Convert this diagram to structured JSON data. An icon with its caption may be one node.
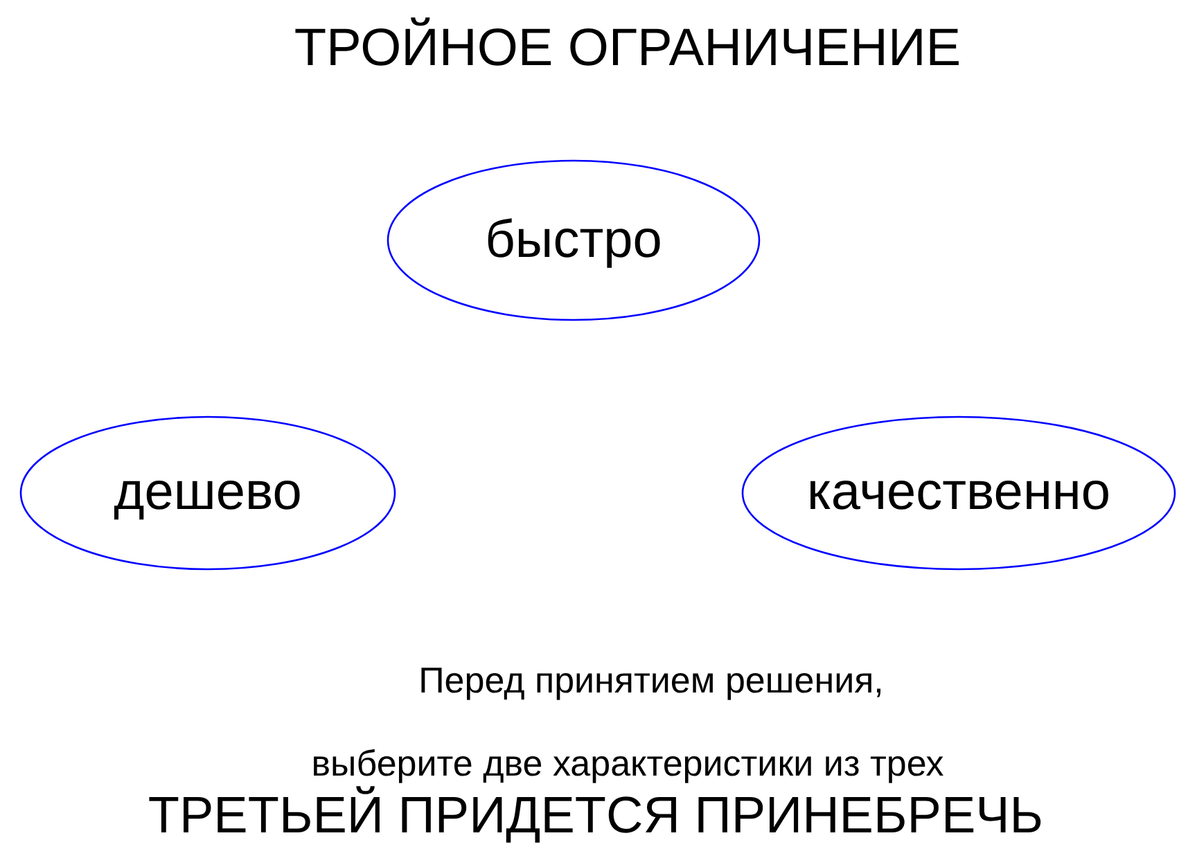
{
  "diagram": {
    "title": "ТРОЙНОЕ ОГРАНИЧЕНИЕ",
    "nodes": [
      {
        "text": [
          "быстро"
        ]
      },
      {
        "text": [
          "дешево"
        ]
      },
      {
        "text": [
          "качественно"
        ]
      }
    ],
    "labels": [
      "Перед принятием решения,",
      "выберите две характеристики из трех",
      "ТРЕТЬЕЙ ПРИДЕТСЯ ПРИНЕБРЕЧЬ"
    ]
  }
}
